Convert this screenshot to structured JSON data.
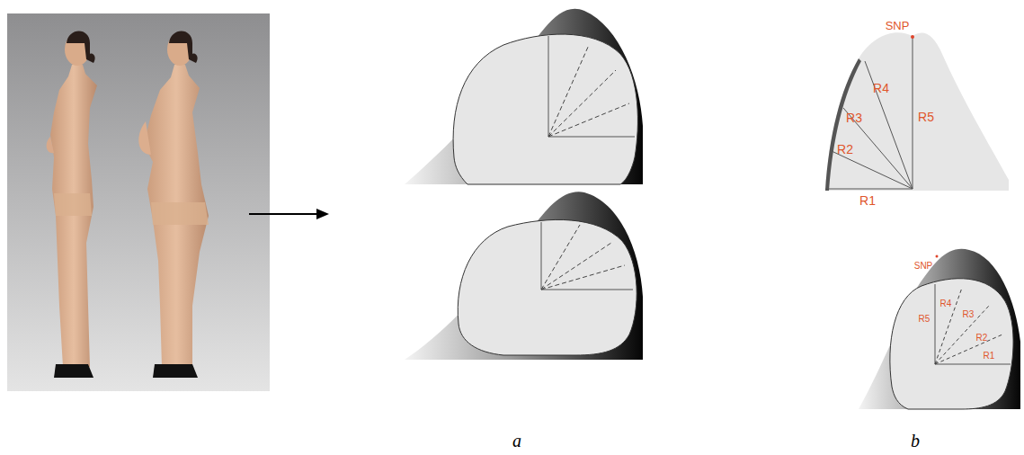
{
  "diagram": {
    "labels": [
      "SNP",
      "R5",
      "R4",
      "R3",
      "R2",
      "R1",
      "SNP",
      "R5",
      "R4",
      "R3",
      "R2",
      "R1",
      "a",
      "b"
    ]
  }
}
